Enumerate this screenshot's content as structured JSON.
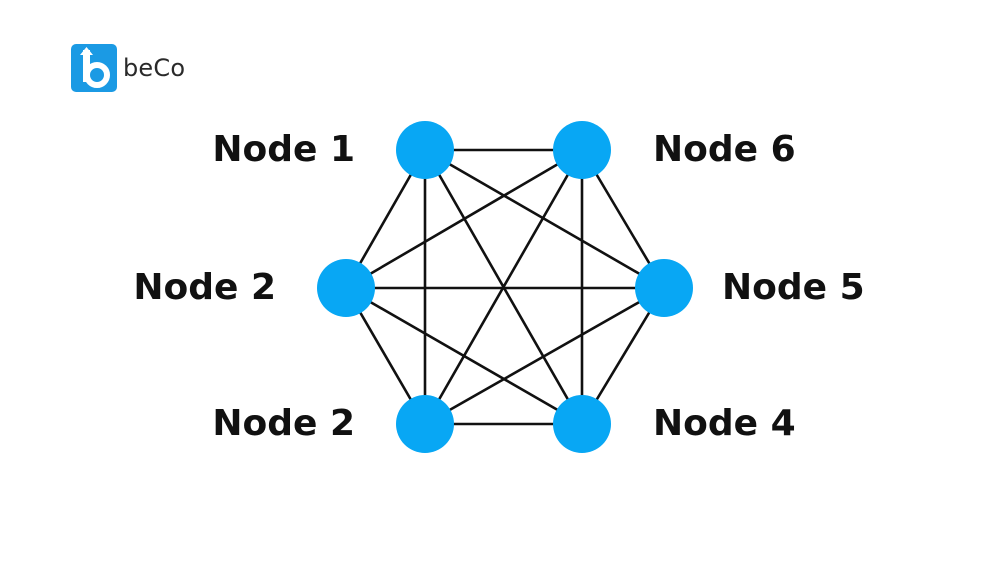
{
  "brand": {
    "name": "beCo",
    "color": "#1B9AE4"
  },
  "diagram": {
    "node_color": "#08A7F4",
    "edge_color": "#111111",
    "nodes": [
      {
        "id": "n1",
        "label": "Node 1"
      },
      {
        "id": "n6",
        "label": "Node 6"
      },
      {
        "id": "n2a",
        "label": "Node 2"
      },
      {
        "id": "n5",
        "label": "Node 5"
      },
      {
        "id": "n2b",
        "label": "Node 2"
      },
      {
        "id": "n4",
        "label": "Node 4"
      }
    ],
    "edges": [
      [
        "n1",
        "n6"
      ],
      [
        "n1",
        "n2a"
      ],
      [
        "n1",
        "n5"
      ],
      [
        "n1",
        "n2b"
      ],
      [
        "n1",
        "n4"
      ],
      [
        "n6",
        "n2a"
      ],
      [
        "n6",
        "n5"
      ],
      [
        "n6",
        "n2b"
      ],
      [
        "n6",
        "n4"
      ],
      [
        "n2a",
        "n5"
      ],
      [
        "n2a",
        "n2b"
      ],
      [
        "n2a",
        "n4"
      ],
      [
        "n5",
        "n2b"
      ],
      [
        "n5",
        "n4"
      ],
      [
        "n2b",
        "n4"
      ]
    ]
  }
}
